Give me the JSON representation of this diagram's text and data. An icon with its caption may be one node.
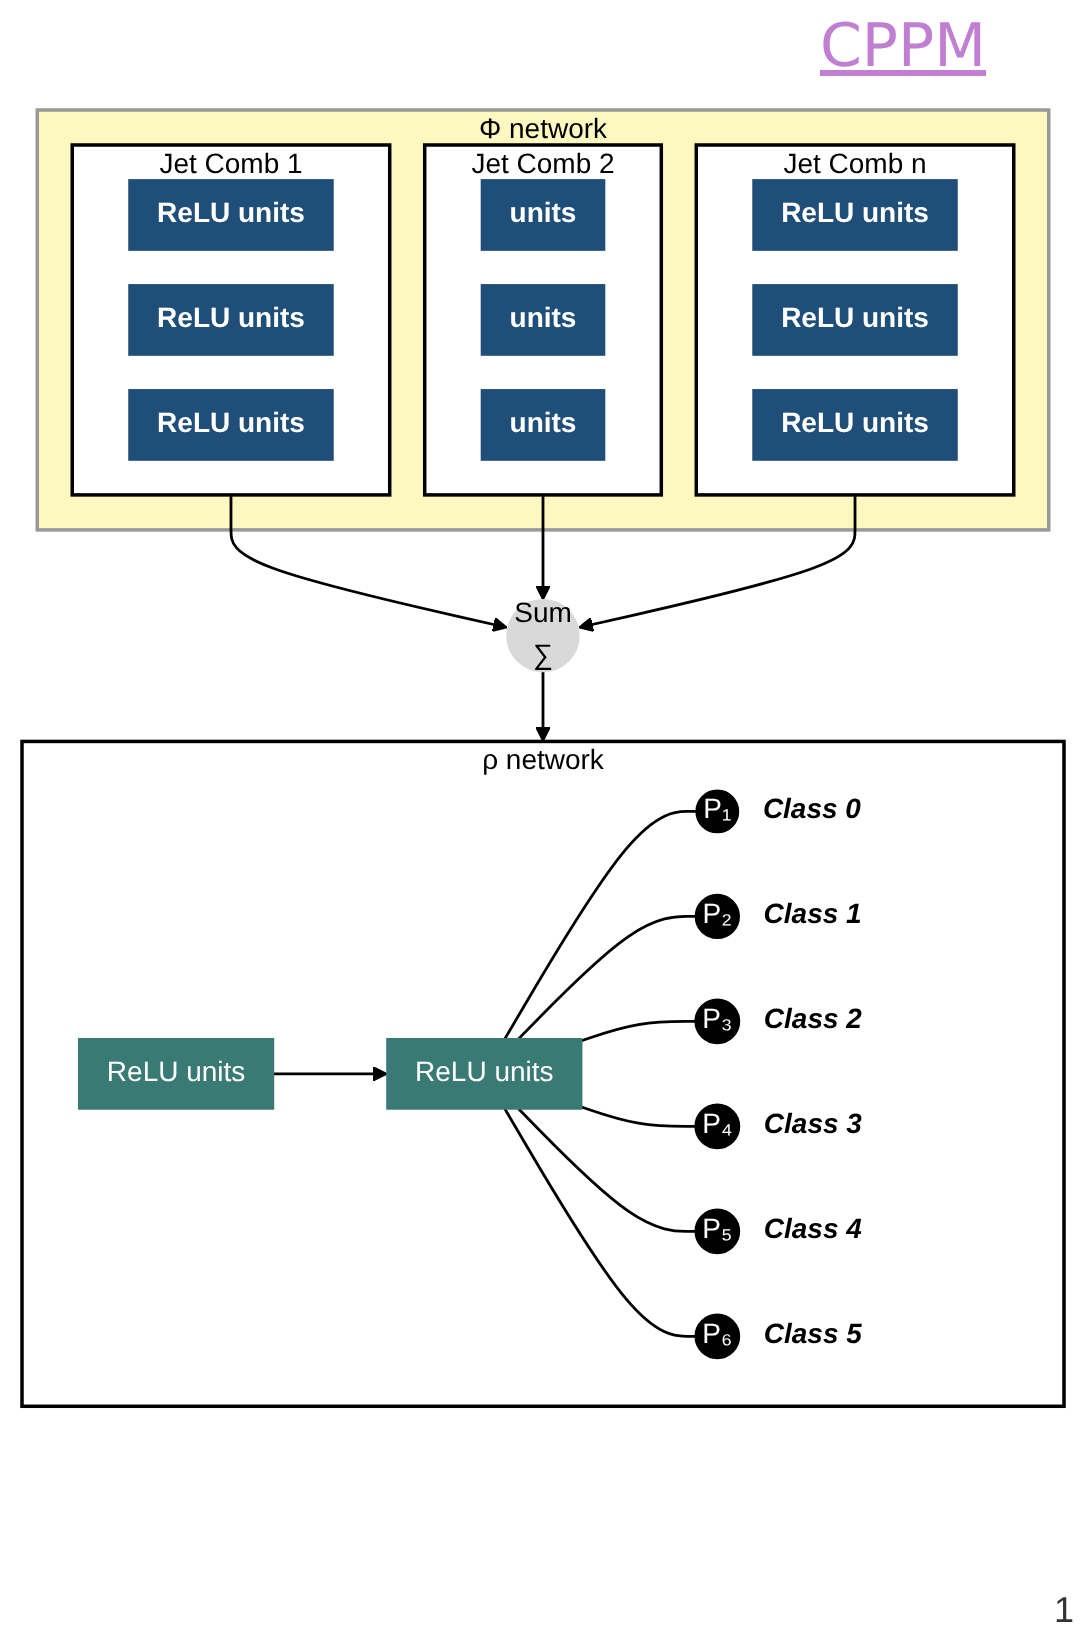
{
  "diagram": {
    "nodes": [
      {
        "text": [
          "Φ network"
        ]
      },
      {
        "text": [
          "Jet Comb 1"
        ],
        "in": 0
      },
      {
        "text": [
          "ReLU units"
        ],
        "in": 1
      },
      {
        "text": [
          "ReLU units"
        ],
        "in": 1
      },
      {
        "text": [
          "ReLU units"
        ],
        "in": 1
      },
      {
        "text": [
          "Jet Comb 2"
        ],
        "in": 0
      },
      {
        "text": [
          "units"
        ],
        "in": 5
      },
      {
        "text": [
          "units"
        ],
        "in": 5
      },
      {
        "text": [
          "units"
        ],
        "in": 5
      },
      {
        "text": [
          "Jet Comb n"
        ],
        "in": 0
      },
      {
        "text": [
          "ReLU units"
        ],
        "in": 9
      },
      {
        "text": [
          "ReLU units"
        ],
        "in": 9
      },
      {
        "text": [
          "ReLU units"
        ],
        "in": 9
      },
      {
        "text": [
          "Sum",
          "∑"
        ]
      },
      {
        "text": [
          "ρ network"
        ]
      },
      {
        "text": [
          "ReLU units"
        ],
        "in": 14
      },
      {
        "text": [
          "ReLU units"
        ],
        "in": 14
      },
      {
        "text": [
          "P₁"
        ],
        "in": 14,
        "beside": [
          "Class 0"
        ]
      },
      {
        "text": [
          "P₂"
        ],
        "in": 14,
        "beside": [
          "Class 1"
        ]
      },
      {
        "text": [
          "P₃"
        ],
        "in": 14,
        "beside": [
          "Class 2"
        ]
      },
      {
        "text": [
          "P₄"
        ],
        "in": 14,
        "beside": [
          "Class 3"
        ]
      },
      {
        "text": [
          "P₅"
        ],
        "in": 14,
        "beside": [
          "Class 4"
        ]
      },
      {
        "text": [
          "P₆"
        ],
        "in": 14,
        "beside": [
          "Class 5"
        ]
      }
    ],
    "edges": [
      {
        "from": 1,
        "to": 13,
        "arrow": "to"
      },
      {
        "from": 5,
        "to": 13,
        "arrow": "to"
      },
      {
        "from": 9,
        "to": 13,
        "arrow": "to"
      },
      {
        "from": 13,
        "to": 14,
        "arrow": "to"
      },
      {
        "from": 15,
        "to": 16,
        "arrow": "to"
      },
      {
        "from": 16,
        "to": 17,
        "arrow": "none"
      },
      {
        "from": 16,
        "to": 18,
        "arrow": "none"
      },
      {
        "from": 16,
        "to": 19,
        "arrow": "none"
      },
      {
        "from": 16,
        "to": 20,
        "arrow": "none"
      },
      {
        "from": 16,
        "to": 21,
        "arrow": "none"
      },
      {
        "from": 16,
        "to": 22,
        "arrow": "none"
      }
    ],
    "labels": [
      "CPPM",
      "1"
    ]
  }
}
